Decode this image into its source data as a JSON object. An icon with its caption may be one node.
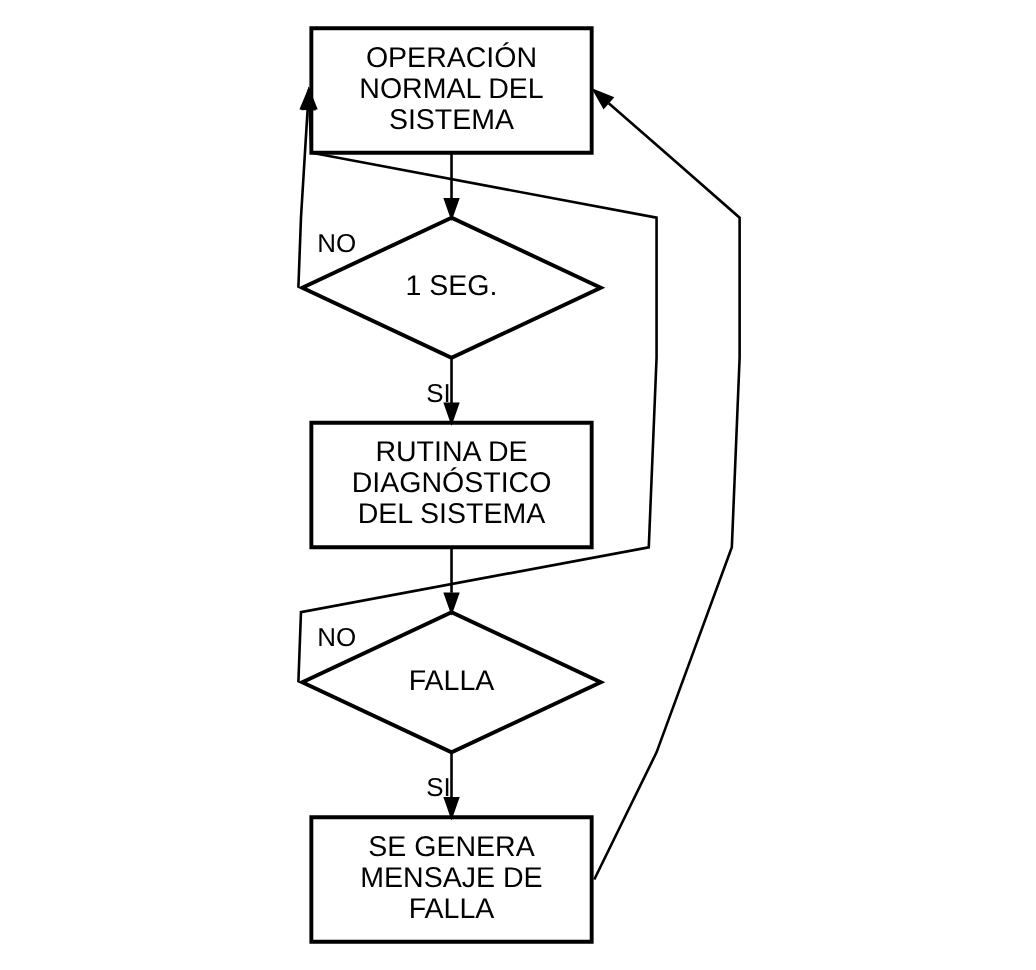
{
  "diagram": {
    "nodes": [
      {
        "text": [
          "OPERACIÓN NORMAL DEL SISTEMA"
        ]
      },
      {
        "text": [
          "1 SEG."
        ]
      },
      {
        "text": [
          "RUTINA DE DIAGNÓSTICO DEL SISTEMA"
        ]
      },
      {
        "text": [
          "FALLA"
        ]
      },
      {
        "text": [
          "SE GENERA MENSAJE DE FALLA"
        ]
      }
    ],
    "edges": [
      {
        "from": 0,
        "to": 1,
        "arrow": "to"
      },
      {
        "from": 1,
        "to": 2,
        "arrow": "to",
        "label": "SI"
      },
      {
        "from": 1,
        "to": 0,
        "arrow": "to",
        "label": "NO"
      },
      {
        "from": 2,
        "to": 3,
        "arrow": "to"
      },
      {
        "from": 3,
        "to": 4,
        "arrow": "to",
        "label": "SI"
      },
      {
        "from": 3,
        "to": 0,
        "arrow": "to",
        "label": "NO"
      },
      {
        "from": 4,
        "to": 0,
        "arrow": "to"
      }
    ]
  }
}
